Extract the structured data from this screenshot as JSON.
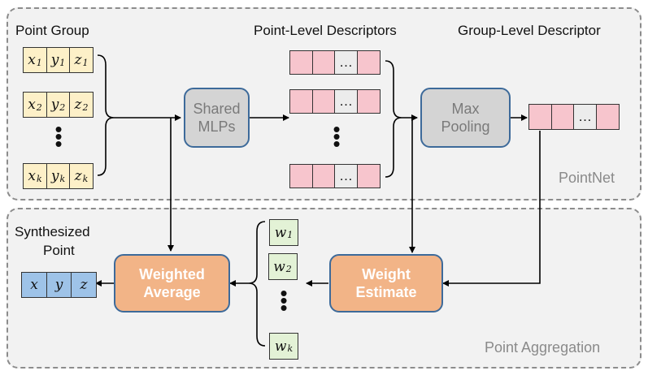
{
  "panels": {
    "pointnet": "PointNet",
    "aggregation": "Point Aggregation"
  },
  "labels": {
    "point_group": "Point Group",
    "point_level_descriptors": "Point-Level Descriptors",
    "group_level_descriptor": "Group-Level Descriptor",
    "synthesized_point_line1": "Synthesized",
    "synthesized_point_line2": "Point"
  },
  "blocks": {
    "shared_mlps_line1": "Shared",
    "shared_mlps_line2": "MLPs",
    "max_pooling_line1": "Max",
    "max_pooling_line2": "Pooling",
    "weight_estimate_line1": "Weight",
    "weight_estimate_line2": "Estimate",
    "weighted_average_line1": "Weighted",
    "weighted_average_line2": "Average"
  },
  "point_group": {
    "row1": [
      "x",
      "1",
      "y",
      "1",
      "z",
      "1"
    ],
    "row2": [
      "x",
      "2",
      "y",
      "2",
      "z",
      "2"
    ],
    "rowk": [
      "x",
      "k",
      "y",
      "k",
      "z",
      "k"
    ]
  },
  "descriptor_ellipsis": "…",
  "weights": [
    {
      "sym": "w",
      "sub": "1"
    },
    {
      "sym": "w",
      "sub": "2"
    },
    {
      "sym": "w",
      "sub": "k"
    }
  ],
  "synthesized": [
    "x",
    "y",
    "z"
  ],
  "colors": {
    "yellow_cell": "#fdf0c8",
    "pink_cell": "#f7c5cd",
    "blue_cell": "#9ec3e8",
    "green_cell": "#e3f2d6",
    "gray_block": "#d4d4d4",
    "orange_block": "#f2b487",
    "block_border": "#3d6a9a"
  }
}
